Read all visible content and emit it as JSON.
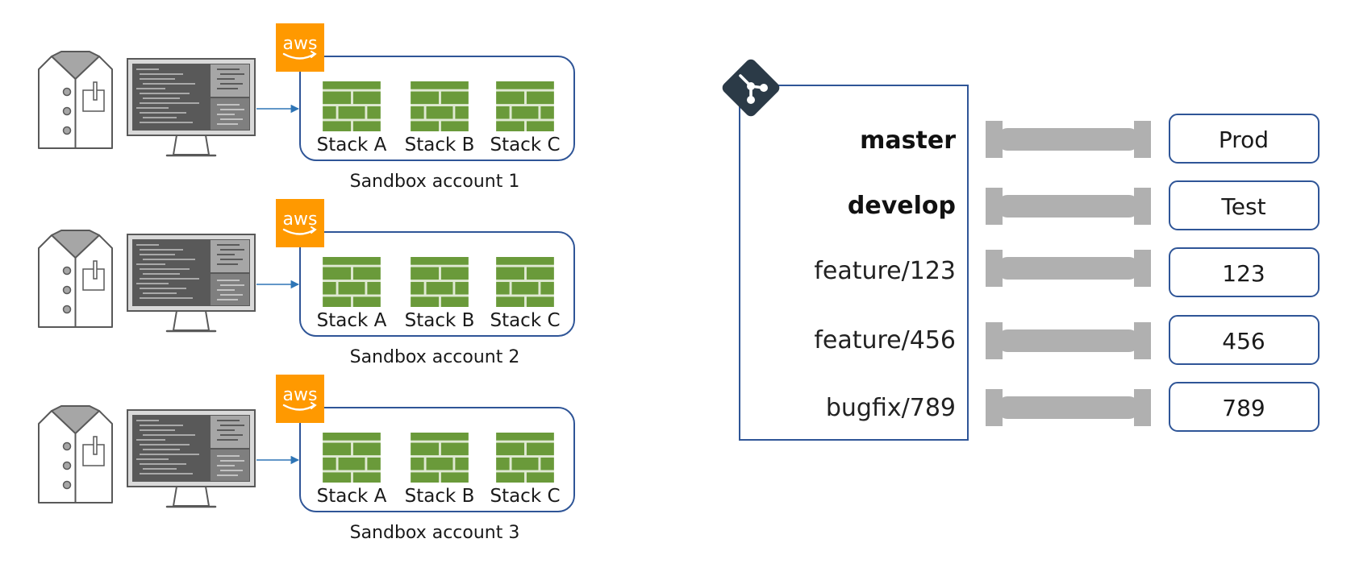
{
  "sandbox": {
    "aws_logo_text": "aws",
    "accounts": [
      {
        "label": "Sandbox account 1",
        "stacks": [
          "Stack A",
          "Stack B",
          "Stack C"
        ]
      },
      {
        "label": "Sandbox account 2",
        "stacks": [
          "Stack A",
          "Stack B",
          "Stack C"
        ]
      },
      {
        "label": "Sandbox account 3",
        "stacks": [
          "Stack A",
          "Stack B",
          "Stack C"
        ]
      }
    ]
  },
  "git": {
    "branches": [
      {
        "name": "master",
        "bold": true,
        "environment": "Prod"
      },
      {
        "name": "develop",
        "bold": true,
        "environment": "Test"
      },
      {
        "name": "feature/123",
        "bold": false,
        "environment": "123"
      },
      {
        "name": "feature/456",
        "bold": false,
        "environment": "456"
      },
      {
        "name": "bugfix/789",
        "bold": false,
        "environment": "789"
      }
    ]
  },
  "colors": {
    "account_border": "#2f5597",
    "aws_orange": "#ff9900",
    "brick_green": "#6a9a3a",
    "brick_mortar": "#dfe9d2",
    "git_dark": "#2b3a47",
    "pipe_gray": "#b0b0b0",
    "arrow_blue": "#2e75b6",
    "monitor_dark": "#595959"
  }
}
